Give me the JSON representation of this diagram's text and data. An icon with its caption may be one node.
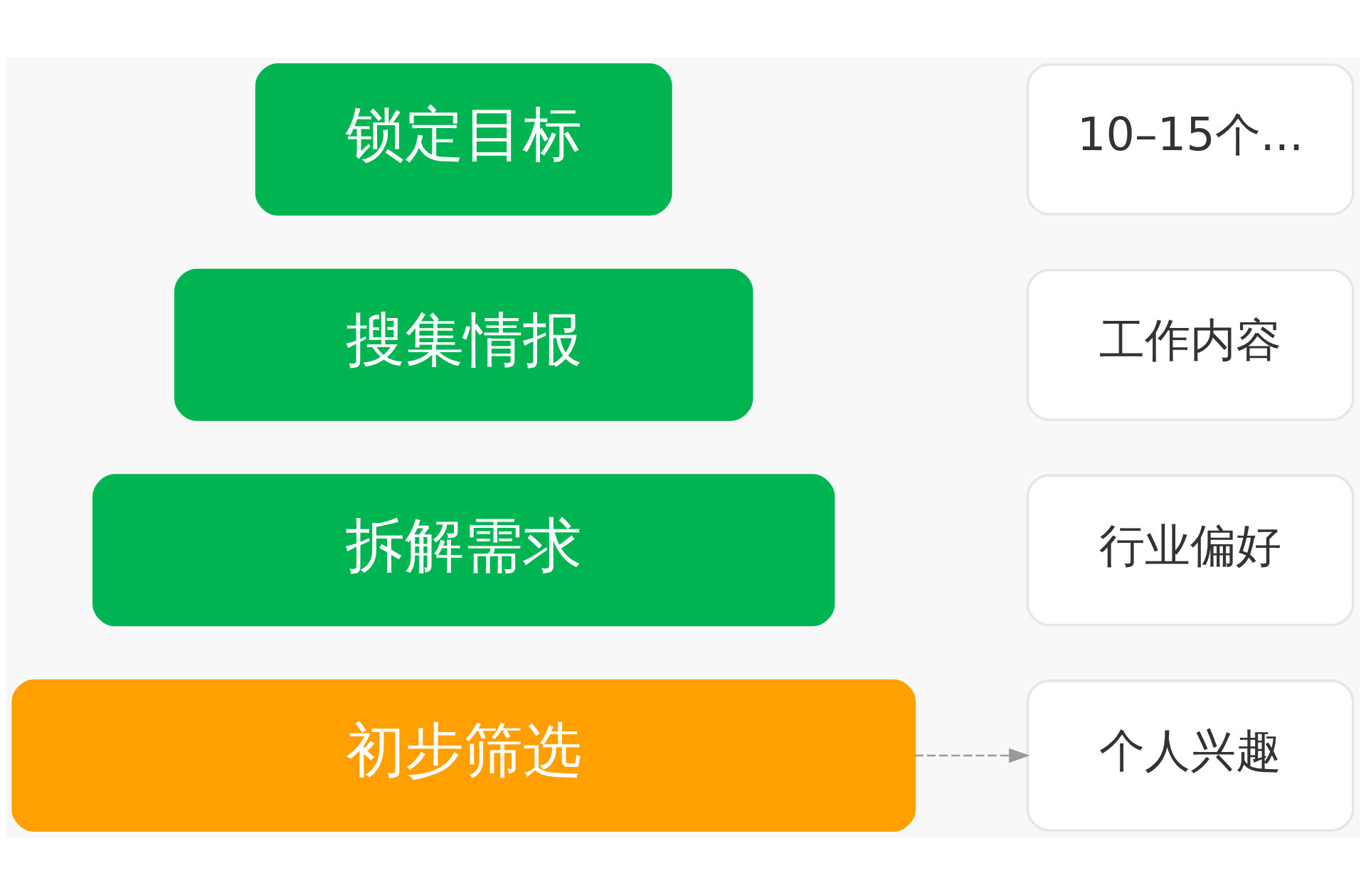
{
  "diagram": {
    "nodes": [
      {
        "text": [
          "初步筛选"
        ]
      },
      {
        "text": [
          "拆解需求"
        ]
      },
      {
        "text": [
          "搜集情报"
        ]
      },
      {
        "text": [
          "锁定目标"
        ]
      },
      {
        "text": [
          "个人兴趣"
        ]
      },
      {
        "text": [
          "行业偏好"
        ]
      },
      {
        "text": [
          "工作内容"
        ]
      },
      {
        "text": [
          "10–15个..."
        ]
      }
    ],
    "edges": [
      {
        "from": 0,
        "to": 4,
        "arrow": "to",
        "style": "dashed",
        "color": "#999999"
      }
    ]
  }
}
